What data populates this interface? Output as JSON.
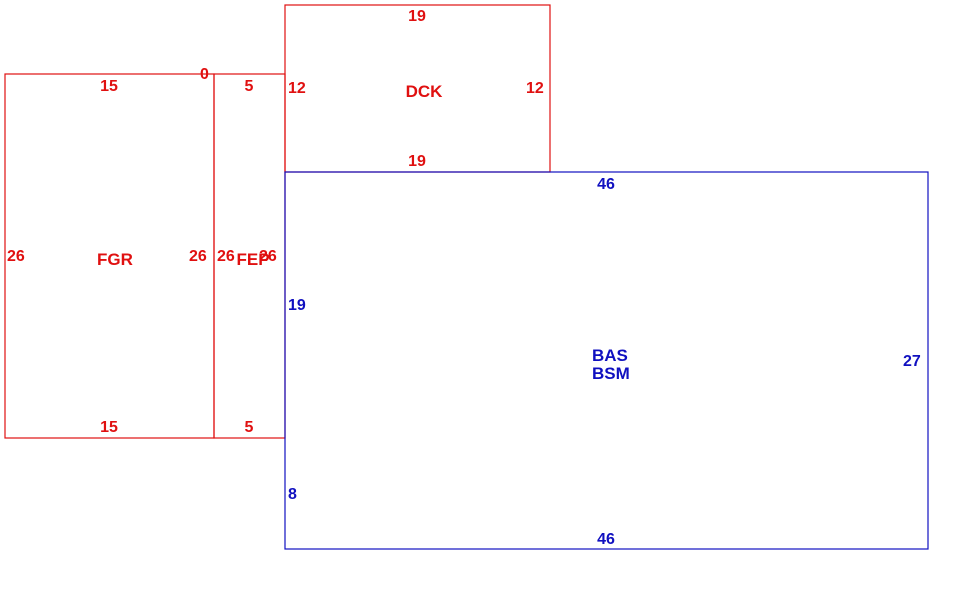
{
  "colors": {
    "red_outline": "#e01010",
    "blue_outline": "#1010c0"
  },
  "areas": {
    "fgr": {
      "code": "FGR",
      "top": "15",
      "bottom": "15",
      "left": "26",
      "right": "26",
      "corner": "0"
    },
    "fep": {
      "code": "FEP",
      "top": "5",
      "bottom": "5",
      "left": "26",
      "right": "26"
    },
    "dck": {
      "code": "DCK",
      "top": "19",
      "bottom": "19",
      "left": "12",
      "right": "12"
    },
    "bas": {
      "code1": "BAS",
      "code2": "BSM",
      "top": "46",
      "bottom": "46",
      "left_upper": "19",
      "left_lower": "8",
      "right": "27"
    }
  }
}
